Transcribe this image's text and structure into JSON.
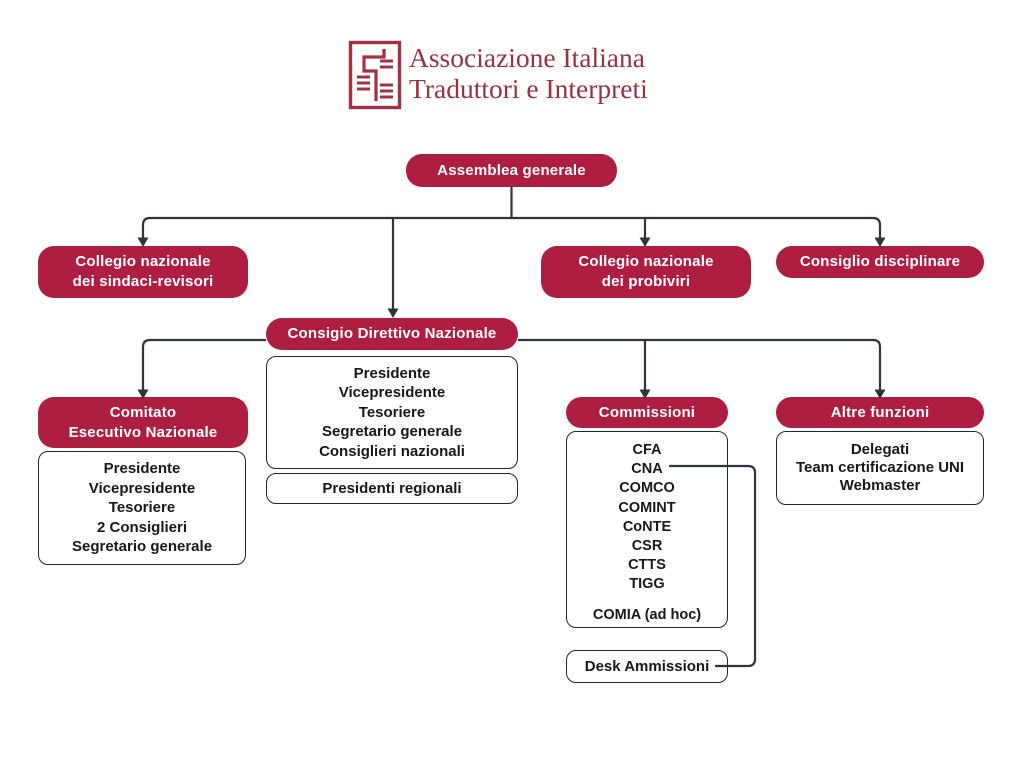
{
  "colors": {
    "background": "#FFFFFE",
    "accent_red": "#AE1E41",
    "logo_red": "#A43048",
    "title_red": "#963247",
    "line_dark": "#2E353C",
    "panel_border": "#22272B",
    "panel_bg": "#FFFFFF",
    "text_dark": "#16191C",
    "text_on_red": "#FFFFFF"
  },
  "header": {
    "logo_icon": "aiti-maze-monogram",
    "title_line1": "Associazione Italiana",
    "title_line2": "Traduttori e Interpreti"
  },
  "org": {
    "assemblea": {
      "label": "Assemblea generale"
    },
    "sindaci": {
      "line1": "Collegio nazionale",
      "line2": "dei sindaci-revisori"
    },
    "probiviri": {
      "line1": "Collegio nazionale",
      "line2": "dei probiviri"
    },
    "disciplinare": {
      "label": "Consiglio disciplinare"
    },
    "cdn": {
      "label": "Consigio Direttivo Nazionale",
      "members": [
        "Presidente",
        "Vicepresidente",
        "Tesoriere",
        "Segretario generale",
        "Consiglieri nazionali"
      ],
      "sub_label": "Presidenti regionali"
    },
    "comitato": {
      "line1": "Comitato",
      "line2": "Esecutivo Nazionale",
      "members": [
        "Presidente",
        "Vicepresidente",
        "Tesoriere",
        "2 Consiglieri",
        "Segretario generale"
      ]
    },
    "commissioni": {
      "label": "Commissioni",
      "members": [
        "CFA",
        "CNA",
        "COMCO",
        "COMINT",
        "CoNTE",
        "CSR",
        "CTTS",
        "TIGG"
      ],
      "adhoc": "COMIA (ad hoc)"
    },
    "altre": {
      "label": "Altre funzioni",
      "members": [
        "Delegati",
        "Team certificazione UNI",
        "Webmaster"
      ]
    },
    "desk": {
      "label": "Desk Ammissioni"
    }
  }
}
